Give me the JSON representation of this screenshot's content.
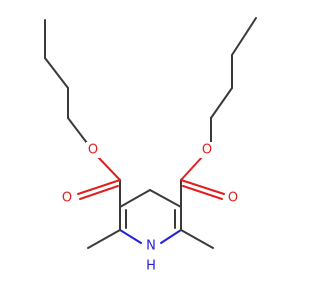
{
  "molecule": {
    "atoms": {
      "ester_oxygen_left": {
        "symbol": "O",
        "color": "#e02020"
      },
      "carbonyl_oxygen_left": {
        "symbol": "O",
        "color": "#e02020"
      },
      "ester_oxygen_right": {
        "symbol": "O",
        "color": "#e02020"
      },
      "carbonyl_oxygen_right": {
        "symbol": "O",
        "color": "#e02020"
      },
      "ring_nitrogen": {
        "symbol": "N",
        "color": "#2020e0"
      },
      "ring_nitrogen_hydrogen": {
        "symbol": "H",
        "color": "#2020e0"
      }
    },
    "bond_color": "#3a3a3a"
  }
}
